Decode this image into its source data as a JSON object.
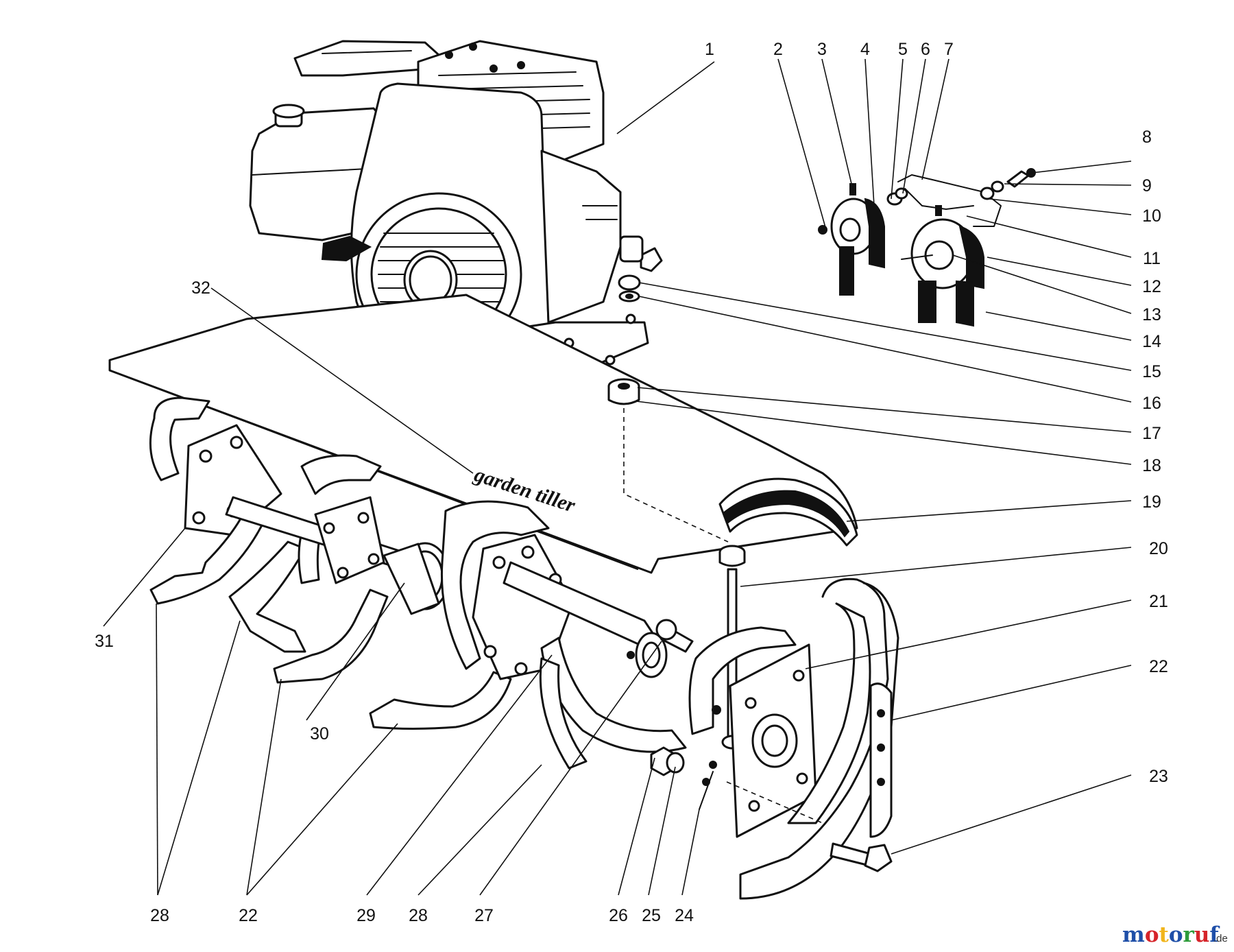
{
  "diagram": {
    "shroud_label": "garden tiller",
    "callouts": [
      {
        "id": "c1",
        "text": "1"
      },
      {
        "id": "c2",
        "text": "2"
      },
      {
        "id": "c3",
        "text": "3"
      },
      {
        "id": "c4",
        "text": "4"
      },
      {
        "id": "c5",
        "text": "5"
      },
      {
        "id": "c6",
        "text": "6"
      },
      {
        "id": "c7",
        "text": "7"
      },
      {
        "id": "c8",
        "text": "8"
      },
      {
        "id": "c9",
        "text": "9"
      },
      {
        "id": "c10",
        "text": "10"
      },
      {
        "id": "c11",
        "text": "11"
      },
      {
        "id": "c12",
        "text": "12"
      },
      {
        "id": "c13",
        "text": "13"
      },
      {
        "id": "c14",
        "text": "14"
      },
      {
        "id": "c15",
        "text": "15"
      },
      {
        "id": "c16",
        "text": "16"
      },
      {
        "id": "c17",
        "text": "17"
      },
      {
        "id": "c18",
        "text": "18"
      },
      {
        "id": "c19",
        "text": "19"
      },
      {
        "id": "c20",
        "text": "20"
      },
      {
        "id": "c21",
        "text": "21"
      },
      {
        "id": "c22r",
        "text": "22"
      },
      {
        "id": "c23",
        "text": "23"
      },
      {
        "id": "c32",
        "text": "32"
      },
      {
        "id": "c31",
        "text": "31"
      },
      {
        "id": "c30",
        "text": "30"
      },
      {
        "id": "c28a",
        "text": "28"
      },
      {
        "id": "c22a",
        "text": "22"
      },
      {
        "id": "c29",
        "text": "29"
      },
      {
        "id": "c28b",
        "text": "28"
      },
      {
        "id": "c27",
        "text": "27"
      },
      {
        "id": "c26",
        "text": "26"
      },
      {
        "id": "c25",
        "text": "25"
      },
      {
        "id": "c24",
        "text": "24"
      }
    ]
  },
  "watermark": {
    "prefix": "motoruf",
    "suffix": ".de",
    "colors": [
      "#1f4fa8",
      "#d6242a",
      "#f1b51c",
      "#1f4fa8",
      "#2e9c3b",
      "#d6242a",
      "#1f4fa8"
    ]
  }
}
